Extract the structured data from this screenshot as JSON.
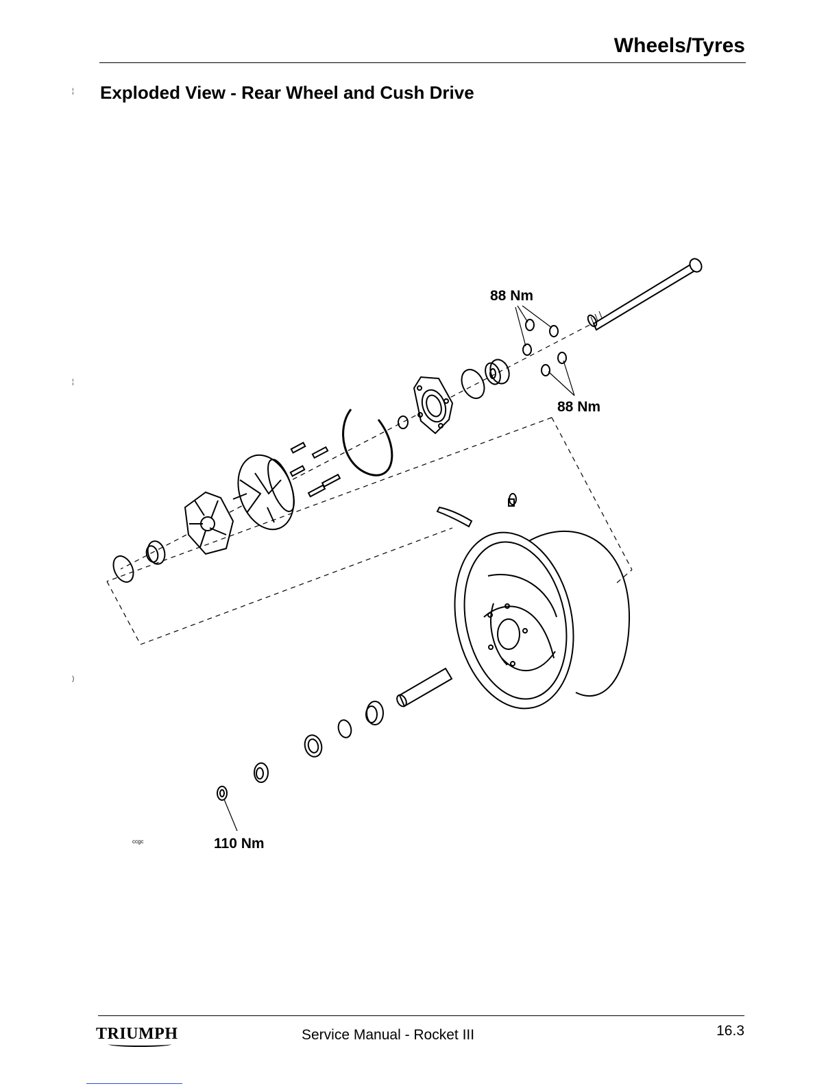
{
  "header": {
    "section_title": "Wheels/Tyres",
    "page_heading": "Exploded View - Rear Wheel and Cush Drive"
  },
  "diagram": {
    "torque_labels": {
      "upper_left": "88 Nm",
      "right": "88 Nm",
      "bottom": "110 Nm"
    },
    "illustration_code": "ccgc"
  },
  "footer": {
    "brand": "TRIUMPH",
    "manual_title": "Service Manual - Rocket III",
    "page_number": "16.3"
  }
}
